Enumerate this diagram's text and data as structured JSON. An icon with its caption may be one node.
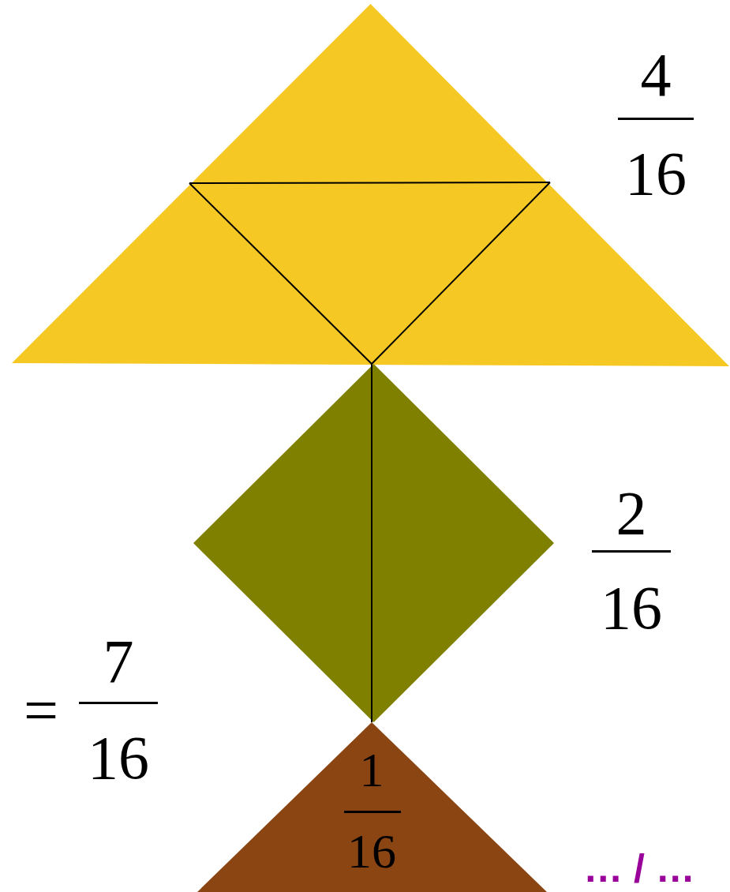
{
  "diagram": {
    "nodes": [
      {
        "text": [],
        "shape": "triangle",
        "beside": [
          "4",
          "16"
        ]
      },
      {
        "text": [],
        "shape": "diamond",
        "beside": [
          "2",
          "16"
        ]
      },
      {
        "text": [
          "1",
          "16"
        ]
      }
    ],
    "edges": [],
    "labels": [
      "=",
      "7",
      "16",
      "… / …"
    ]
  }
}
